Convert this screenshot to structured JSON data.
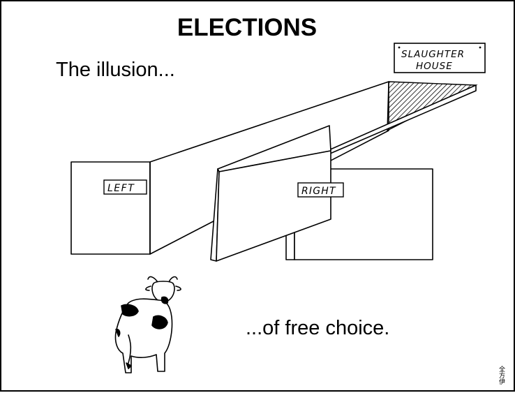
{
  "cartoon": {
    "title": "ELECTIONS",
    "caption_top": "The illusion...",
    "caption_bottom": "...of free choice.",
    "signs": {
      "left": "LEFT",
      "right": "RIGHT",
      "slaughterhouse_line1": "SLAUGHTER",
      "slaughterhouse_line2": "HOUSE"
    },
    "signature": "全方伊"
  },
  "colors": {
    "ink": "#000000",
    "paper": "#ffffff"
  }
}
